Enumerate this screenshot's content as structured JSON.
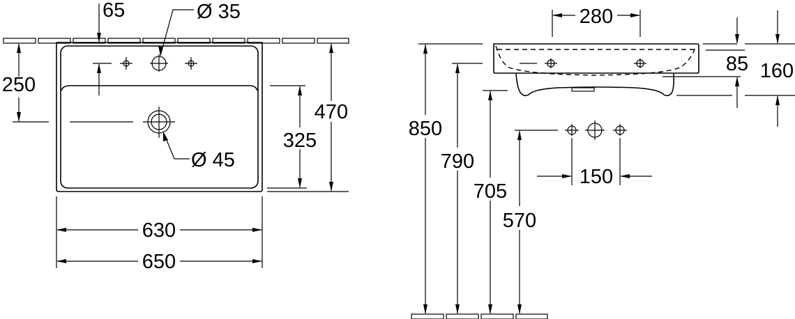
{
  "top_view": {
    "dims": {
      "tap_offset": "65",
      "tap_hole_diameter": "Ø 35",
      "drain_depth": "250",
      "drain_diameter": "Ø 45",
      "bowl_depth": "325",
      "total_depth": "470",
      "bowl_width": "630",
      "total_width": "650"
    }
  },
  "side_view": {
    "dims": {
      "tap_spacing": "280",
      "rim_height": "850",
      "bowl_bottom_height": "790",
      "underside_height": "705",
      "connection_height": "570",
      "connection_spacing": "150",
      "rim_thickness": "85",
      "total_height": "160"
    }
  }
}
